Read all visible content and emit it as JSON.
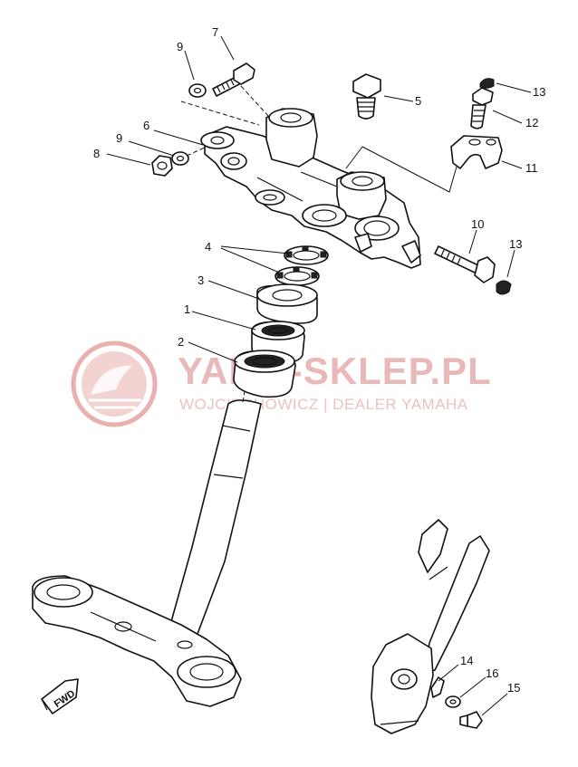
{
  "watermark": {
    "title": "YAMA-SKLEP.PL",
    "subtitle": "WOJCIECHOWICZ | DEALER YAMAHA",
    "color": "#e3a5a5"
  },
  "fwd_label": "FWD",
  "callouts": {
    "c1": "1",
    "c2": "2",
    "c3": "3",
    "c4": "4",
    "c5": "5",
    "c6": "6",
    "c7": "7",
    "c8": "8",
    "c9a": "9",
    "c9b": "9",
    "c10": "10",
    "c11": "11",
    "c12": "12",
    "c13a": "13",
    "c13b": "13",
    "c14": "14",
    "c15": "15",
    "c16": "16"
  }
}
